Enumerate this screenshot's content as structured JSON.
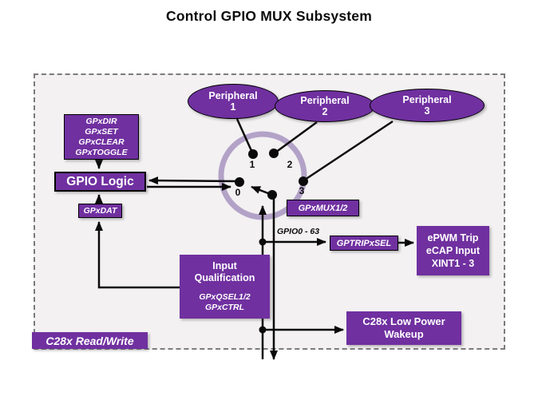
{
  "title": "Control GPIO MUX Subsystem",
  "colors": {
    "purple": "#7030a0",
    "mux_ring": "#b3a2c7",
    "frame_dash": "#7b7b7b",
    "line": "#0a0a0a"
  },
  "peripherals": [
    {
      "name": "Peripheral",
      "num": "1"
    },
    {
      "name": "Peripheral",
      "num": "2"
    },
    {
      "name": "Peripheral",
      "num": "3"
    }
  ],
  "mux": {
    "pins": [
      "0",
      "1",
      "2",
      "3"
    ]
  },
  "boxes": {
    "registers": {
      "lines": [
        "GPxDIR",
        "GPxSET",
        "GPxCLEAR",
        "GPxTOGGLE"
      ]
    },
    "gpio_logic": "GPIO Logic",
    "gpxdat": "GPxDAT",
    "gpxmux": "GPxMUX1/2",
    "gptripsel": "GPTRIPxSEL",
    "epwm": {
      "lines": [
        "ePWM Trip",
        "eCAP Input",
        "XINT1 - 3"
      ]
    },
    "input_qual": {
      "title_lines": [
        "Input",
        "Qualification"
      ],
      "reg_lines": [
        "GPxQSEL1/2",
        "GPxCTRL"
      ]
    },
    "wakeup": {
      "lines": [
        "C28x Low Power",
        "Wakeup"
      ]
    },
    "readwrite": "C28x Read/Write"
  },
  "labels": {
    "gpio_bus": "GPIO0 - 63"
  }
}
